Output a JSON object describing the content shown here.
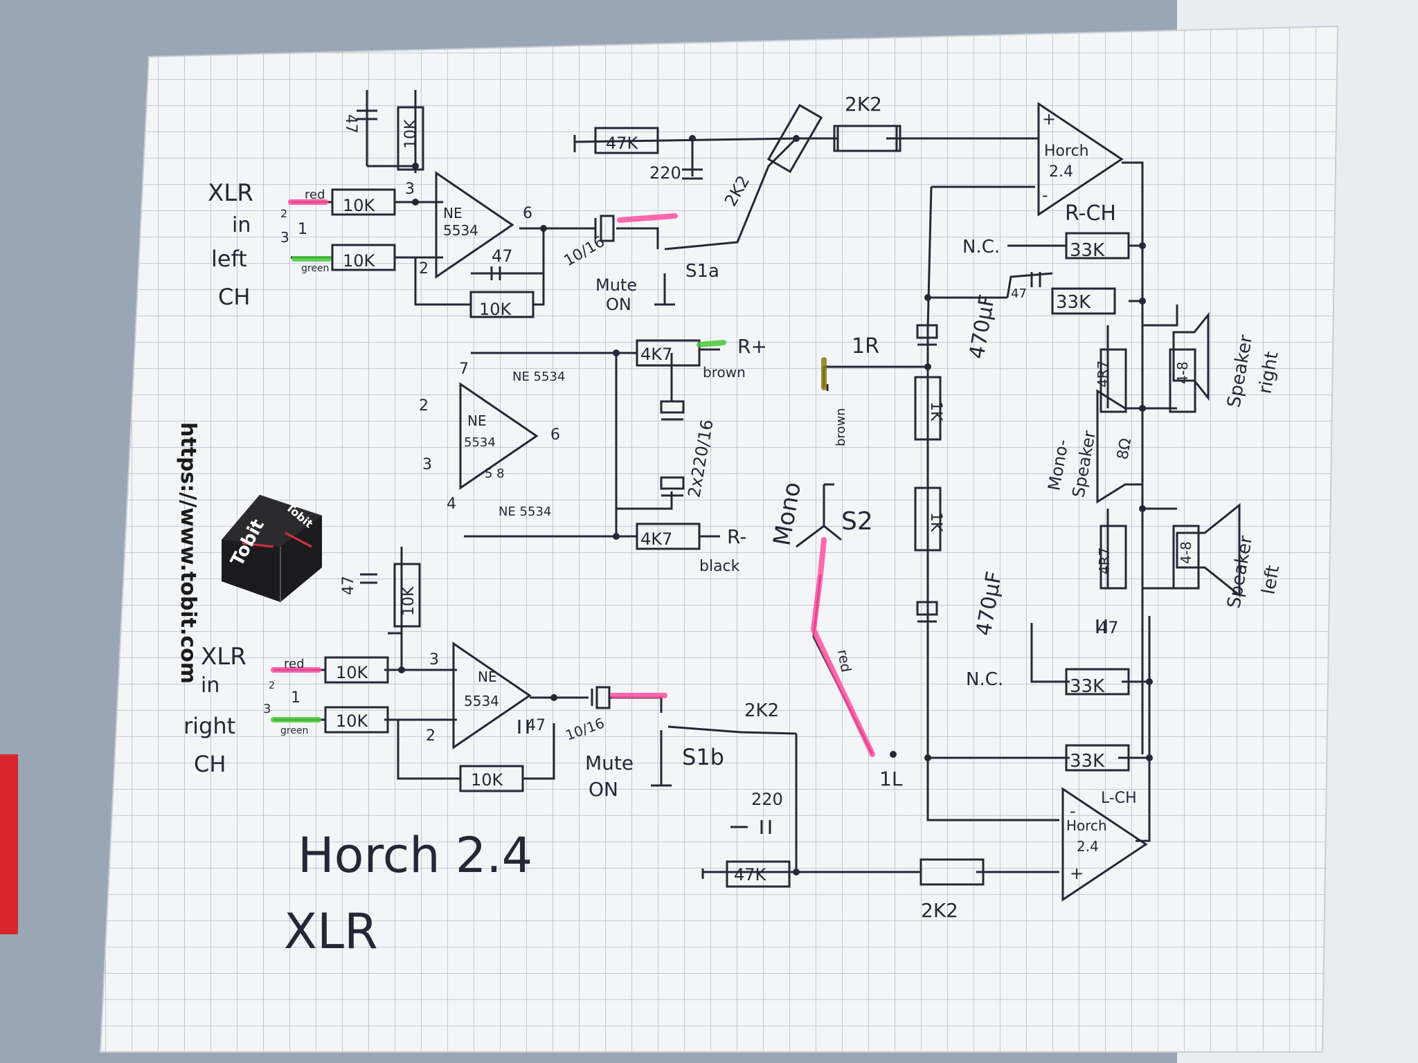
{
  "labels": {
    "title_line1": "Horch 2.4",
    "title_line2": "XLR",
    "url": "https://www.tobit.com",
    "logo_word": "Tobit",
    "logo_word_small": "Tobit",
    "xlr_left_1": "XLR",
    "xlr_left_2": "in",
    "xlr_left_3": "left",
    "xlr_left_4": "CH",
    "xlr_right_1": "XLR",
    "xlr_right_2": "in",
    "xlr_right_3": "right",
    "xlr_right_4": "CH",
    "pin2": "2",
    "pin3": "3",
    "pin1": "1",
    "red": "red",
    "green": "green",
    "r10k": "10K",
    "r47k": "47K",
    "r2k2": "2K2",
    "r33k": "33K",
    "r4k7": "4K7",
    "r1k": "1K",
    "r4r7": "4R7",
    "c47": "47",
    "c220": "220",
    "c1016": "10/16",
    "c2x220": "2x220/16",
    "c470": "470µF",
    "ne": "NE",
    "ne5534": "NE 5534",
    "chip": "5534",
    "op_pin_2": "2",
    "op_pin_3": "3",
    "op_pin_6": "6",
    "op_pin_7": "7",
    "op_pin_4": "4",
    "op_pin_5_8": "5   8",
    "mute_on_1": "Mute",
    "mute_on_2": "ON",
    "s1a": "S1a",
    "s1b": "S1b",
    "s2": "S2",
    "mono": "Mono",
    "r_plus": "R+",
    "r_minus": "R-",
    "brown": "brown",
    "black": "black",
    "nc": "N.C.",
    "horch_1": "Horch",
    "horch_2": "2.4",
    "r_ch": "R-CH",
    "l_ch": "L-CH",
    "one_r": "1R",
    "one_l": "1L",
    "spk_right_1": "Speaker",
    "spk_right_2": "right",
    "spk_left_1": "Speaker",
    "spk_left_2": "left",
    "mono_spk_1": "Mono-",
    "mono_spk_2": "Speaker",
    "ohm_8": "8Ω",
    "ohm_4_8": "4-8",
    "plus": "+",
    "minus": "-"
  },
  "colors": {
    "ink": "#262636",
    "paper": "#f4f5f7",
    "grid": "#aab3c2",
    "highlight_red": "#ff4fa0",
    "highlight_green": "#49c93a"
  }
}
